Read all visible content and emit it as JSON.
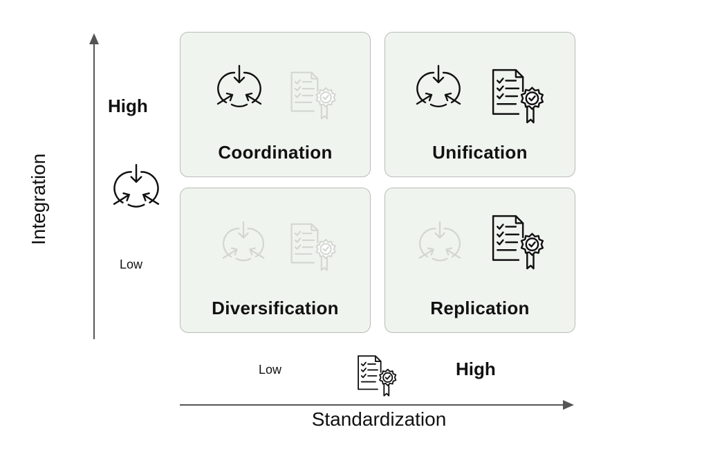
{
  "axes": {
    "y": {
      "label": "Integration",
      "high": "High",
      "low": "Low",
      "icon": "converge-arrows-icon"
    },
    "x": {
      "label": "Standardization",
      "high": "High",
      "low": "Low",
      "icon": "certified-checklist-icon"
    }
  },
  "quadrants": [
    {
      "title": "Coordination",
      "integration": "High",
      "standardization": "Low",
      "integration_icon_active": true,
      "standardization_icon_active": false
    },
    {
      "title": "Unification",
      "integration": "High",
      "standardization": "High",
      "integration_icon_active": true,
      "standardization_icon_active": true
    },
    {
      "title": "Diversification",
      "integration": "Low",
      "standardization": "Low",
      "integration_icon_active": false,
      "standardization_icon_active": false
    },
    {
      "title": "Replication",
      "integration": "Low",
      "standardization": "High",
      "integration_icon_active": false,
      "standardization_icon_active": true
    }
  ],
  "colors": {
    "active_icon": "#111111",
    "inactive_icon": "#d3d6d1",
    "quadrant_fill": "#f0f4ee",
    "quadrant_border": "#b9bcb7",
    "axis": "#555555"
  }
}
